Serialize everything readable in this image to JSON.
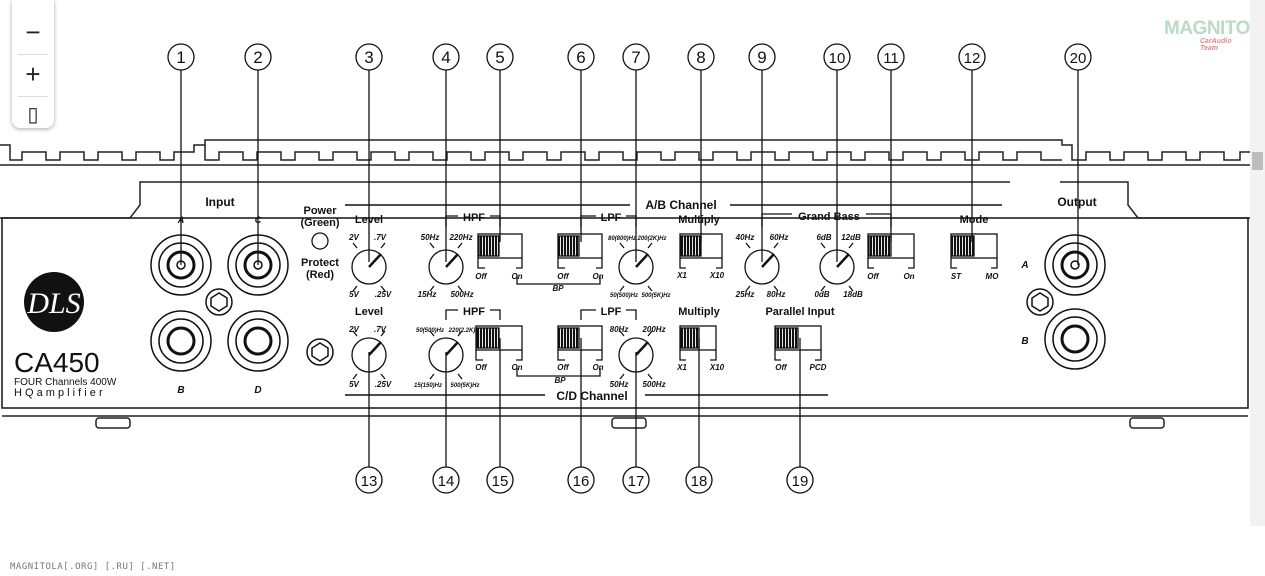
{
  "callouts": {
    "n1": "1",
    "n2": "2",
    "n3": "3",
    "n4": "4",
    "n5": "5",
    "n6": "6",
    "n7": "7",
    "n8": "8",
    "n9": "9",
    "n10": "10",
    "n11": "11",
    "n12": "12",
    "n13": "13",
    "n14": "14",
    "n15": "15",
    "n16": "16",
    "n17": "17",
    "n18": "18",
    "n19": "19",
    "n20": "20"
  },
  "brand": {
    "logo_text": "DLS",
    "model": "CA450",
    "subtitle": "FOUR Channels 400W",
    "tagline": "H Q  a m p l i f i e r"
  },
  "input": {
    "title": "Input",
    "a": "A",
    "b": "B",
    "c": "C",
    "d": "D"
  },
  "power": {
    "line1": "Power",
    "line2": "(Green)",
    "line3": "Protect",
    "line4": "(Red)"
  },
  "ab": {
    "channel_label": "A/B  Channel",
    "level": {
      "title": "Level",
      "tl": "2V",
      "tr": ".7V",
      "bl": "5V",
      "br": ".25V"
    },
    "hpf": {
      "title": "HPF",
      "tl": "50Hz",
      "tr": "220Hz",
      "bl": "15Hz",
      "br": "500Hz",
      "off": "Off",
      "on": "On"
    },
    "lpf": {
      "title": "LPF",
      "tl": "80(800)Hz",
      "tr": "200(2K)Hz",
      "bl": "50(500)Hz",
      "br": "500(5K)Hz",
      "off": "Off",
      "on": "On",
      "bp": "BP"
    },
    "multiply": {
      "title": "Multiply",
      "x1": "X1",
      "x10": "X10"
    },
    "grand_bass": {
      "title": "Grand  Bass",
      "k1tl": "40Hz",
      "k1tr": "60Hz",
      "k1bl": "25Hz",
      "k1br": "80Hz",
      "k2tl": "6dB",
      "k2tr": "12dB",
      "k2bl": "0dB",
      "k2br": "18dB",
      "off": "Off",
      "on": "On"
    },
    "mode": {
      "title": "Mode",
      "st": "ST",
      "mo": "MO"
    }
  },
  "cd": {
    "channel_label": "C/D  Channel",
    "level": {
      "title": "Level",
      "tl": "2V",
      "tr": ".7V",
      "bl": "5V",
      "br": ".25V"
    },
    "hpf": {
      "title": "HPF",
      "tl": "50(500)Hz",
      "tr": "220(2.2K)",
      "bl": "15(150)Hz",
      "br": "500(5K)Hz",
      "off": "Off",
      "on": "On"
    },
    "lpf": {
      "title": "LPF",
      "tl": "80Hz",
      "tr": "200Hz",
      "bl": "50Hz",
      "br": "500Hz",
      "off": "Off",
      "on": "On",
      "bp": "BP"
    },
    "multiply": {
      "title": "Multiply",
      "x1": "X1",
      "x10": "X10"
    },
    "parallel": {
      "title": "Parallel  Input",
      "off": "Off",
      "pcd": "PCD"
    }
  },
  "output": {
    "title": "Output",
    "a": "A",
    "b": "B"
  },
  "zoom": {
    "minus": "−",
    "plus": "+",
    "fit": "▯"
  },
  "watermark": {
    "line1": "MAGNITOLA",
    "line2": "CarAudio Team"
  },
  "footer": {
    "text": "MAGNITOLA[.ORG] [.RU] [.NET]"
  }
}
